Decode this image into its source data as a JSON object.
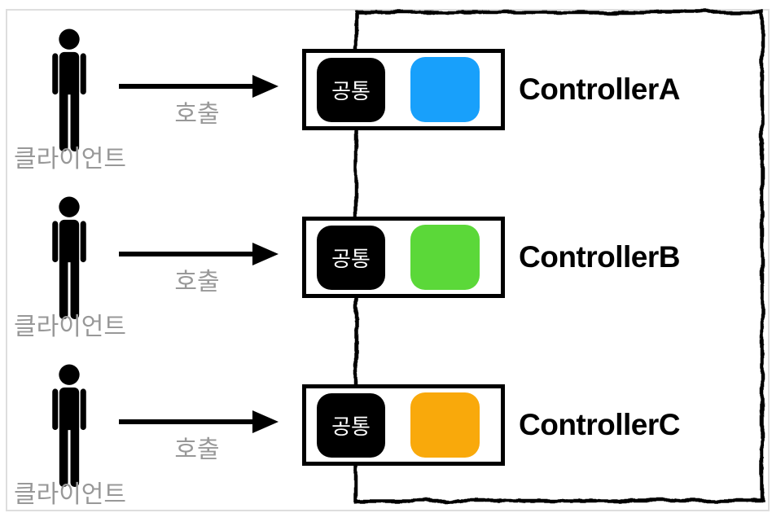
{
  "frame": {
    "border_color": "#dedede"
  },
  "boundary": {
    "stroke_color": "#000000"
  },
  "labels": {
    "client": "클라이언트",
    "call": "호출",
    "common": "공통"
  },
  "rows": [
    {
      "client_label": "클라이언트",
      "call_label": "호출",
      "common_label": "공통",
      "controller_label": "ControllerA",
      "accent_color": "#18A0FB"
    },
    {
      "client_label": "클라이언트",
      "call_label": "호출",
      "common_label": "공통",
      "controller_label": "ControllerB",
      "accent_color": "#5BD839"
    },
    {
      "client_label": "클라이언트",
      "call_label": "호출",
      "common_label": "공통",
      "controller_label": "ControllerC",
      "accent_color": "#F9A90B"
    }
  ],
  "colors": {
    "person_icon": "#000000",
    "label_gray": "#989898",
    "controller_border": "#000000",
    "common_box_bg": "#000000",
    "common_box_text": "#ffffff"
  }
}
